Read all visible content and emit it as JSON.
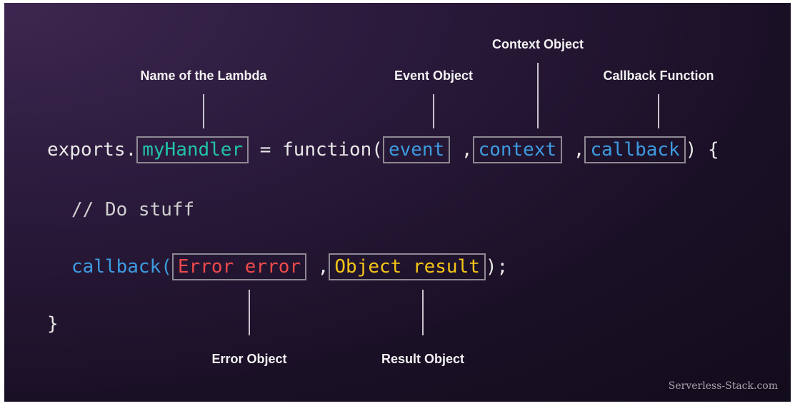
{
  "annotations": {
    "lambda_name": "Name of the Lambda",
    "event": "Event Object",
    "context": "Context Object",
    "callback_fn": "Callback Function",
    "error": "Error Object",
    "result": "Result Object"
  },
  "code": {
    "line1_prefix": "exports.",
    "handler_name": "myHandler",
    "line1_mid": " = function(",
    "param_event": "event",
    "comma": ",",
    "param_context": "context",
    "param_callback": "callback",
    "line1_suffix": ") {",
    "comment": "// Do stuff",
    "callback_call": "callback(",
    "error_arg": "Error error",
    "result_arg": "Object result",
    "call_end": ");",
    "closing_brace": "}"
  },
  "credit": "Serverless-Stack.com",
  "colors": {
    "handler": "#20c3a8",
    "params": "#3d9be0",
    "error": "#ef4a4a",
    "result": "#f5c518"
  }
}
